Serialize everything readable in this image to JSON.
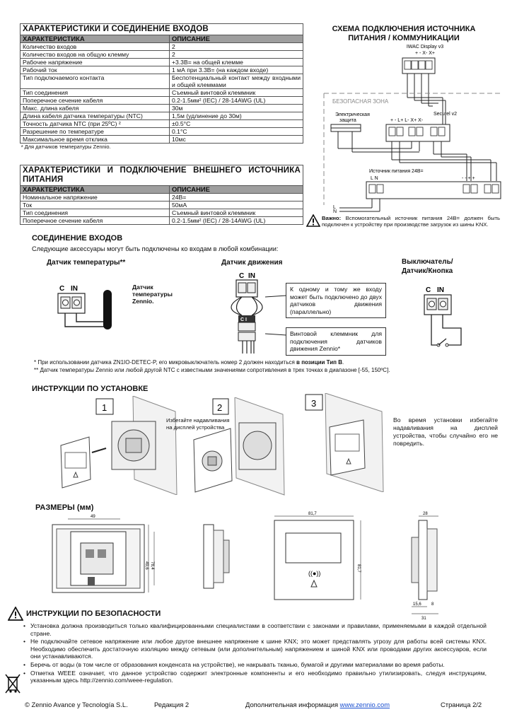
{
  "inputs_table": {
    "title": "ХАРАКТЕРИСТИКИ И СОЕДИНЕНИЕ ВХОДОВ",
    "header": [
      "ХАРАКТЕРИСТИКА",
      "ОПИСАНИЕ"
    ],
    "rows": [
      [
        "Количество входов",
        "2"
      ],
      [
        "Количество входов на общую клемму",
        "2"
      ],
      [
        "Рабочее напряжение",
        "+3.3В= на общей клемме"
      ],
      [
        "Рабочий ток",
        "1 мА при 3.3В= (на каждом входе)"
      ],
      [
        "Тип подключаемого контакта",
        "Беспотенциальный контакт между входными и общей клеммами"
      ],
      [
        "Тип соединения",
        "Съемный винтовой клеммник"
      ],
      [
        "Поперечное сечение кабеля",
        "0.2-1.5мм² (IEC) / 28-14AWG (UL)"
      ],
      [
        "Макс. длина кабеля",
        "30м"
      ],
      [
        "Длина кабеля датчика температуры (NTC)",
        "1,5м (удлинение до 30м)"
      ],
      [
        "Точность датчика NTC (при 25ºC) ²",
        "±0.5°C"
      ],
      [
        "Разрешение по температуре",
        "0.1°C"
      ],
      [
        "Максимальное время отклика",
        "10мс"
      ]
    ],
    "footnote": "² Для датчиков температуры Zennio."
  },
  "power_table": {
    "title": "ХАРАКТЕРИСТИКИ И ПОДКЛЮЧЕНИЕ ВНЕШНЕГО ИСТОЧНИКА ПИТАНИЯ",
    "header": [
      "ХАРАКТЕРИСТИКА",
      "ОПИСАНИЕ"
    ],
    "rows": [
      [
        "Номинальное напряжение",
        "24В="
      ],
      [
        "Ток",
        "50мА"
      ],
      [
        "Тип соединения",
        "Съемный винтовой клеммник"
      ],
      [
        "Поперечное сечение кабеля",
        "0.2-1.5мм² (IEC) / 28-14AWG (UL)"
      ]
    ]
  },
  "wiring": {
    "title": "СХЕМА ПОДКЛЮЧЕНИЯ ИСТОЧНИКА ПИТАНИЯ / КОММУНИКАЦИИ",
    "display_label": "IWAC Display v3",
    "display_terminals": "+ - X- X+",
    "safe_zone": "БЕЗОПАСНАЯ ЗОНА",
    "protection_label": "Электрическая защита",
    "securel_label": "Securel v2",
    "securel_terminals": "+ - L+ L- X+ X-",
    "psu_label": "Источник питания 24В=",
    "psu_terminals_left": "L  N",
    "psu_terminals_right": "- - + +",
    "line_l": "L",
    "line_n": "N",
    "warning_bold": "Важно:",
    "warning_text": " Вспомогательный источник питания 24В= должен быть подключен к устройству при производстве загрузок из шины KNX."
  },
  "inputs_section": {
    "title": "СОЕДИНЕНИЕ ВХОДОВ",
    "intro": "Следующие аксессуары могут быть подключены ко входам в любой комбинации:",
    "temp_title": "Датчик температуры**",
    "temp_box": "Датчик температуры Zennio.",
    "motion_title": "Датчик движения",
    "motion_box1": "К одному и тому же входу может быть подключено до двух датчиков движения (параллельно)",
    "motion_box2": "Винтовой клеммник для подключения датчиков движения Zennio*",
    "switch_title": "Выключатель/ Датчик/Кнопка",
    "label_c": "C",
    "label_in": "IN",
    "footnote1_pre": "* При использовании датчика ZN1IO-DETEC-P, его микровыключатель номер 2 должен находиться ",
    "footnote1_bold": "в позиции Тип B",
    "footnote1_post": ".",
    "footnote2": "** Датчик температуры Zennio или любой другой NTC с известными значениями сопротивления в трех точках в диапазоне [-55, 150ºC]."
  },
  "install": {
    "title": "ИНСТРУКЦИИ ПО УСТАНОВКЕ",
    "step1": "1",
    "step2": "2",
    "step3": "3",
    "avoid_note": "Избегайте надавливания на дисплей устройства",
    "side_note": "Во время установки избегайте надавливания на дисплей устройства, чтобы случайно его не повредить."
  },
  "dimensions": {
    "title": "РАЗМЕРЫ (мм)",
    "d49": "49",
    "d49_6": "49,6",
    "d78_4": "78,4",
    "d81_7_w": "81,7",
    "d81_7_h": "81,7",
    "d28": "28",
    "d15_6": "15,6",
    "d8": "8",
    "d31": "31"
  },
  "safety": {
    "title": "ИНСТРУКЦИИ ПО БЕЗОПАСНОСТИ",
    "items": [
      "Установка должна производиться только квалифицированными специалистами в соответствии с законами и правилами, применяемыми в каждой отдельной стране.",
      "Не подключайте сетевое напряжение или любое другое внешнее напряжение к шине KNX; это может представлять угрозу для работы всей системы KNX. Необходимо обеспечить достаточную изоляцию между сетевым (или дополнительным) напряжением и шиной KNX или проводами других аксессуаров, если они устанавливаются.",
      "Беречь от воды (в том числе от образования конденсата на устройстве), не накрывать тканью, бумагой и другими материалами во время работы.",
      "Отметка WEEE означает, что данное устройство содержит электронные компоненты и его необходимо правильно утилизировать, следуя инструкциям, указанным здесь http://zennio.com/weee-regulation."
    ]
  },
  "footer": {
    "copyright": "© Zennio Avance y Tecnología S.L.",
    "edition": "Редакция 2",
    "more_info": "Дополнительная информация ",
    "url": "www.zennio.com",
    "page": "Страница 2/2"
  }
}
